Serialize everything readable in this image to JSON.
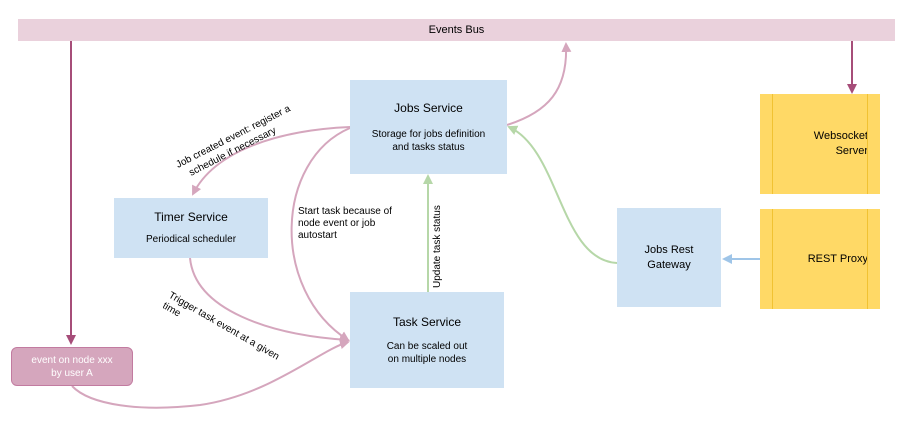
{
  "bus": {
    "label": "Events Bus"
  },
  "jobs_service": {
    "title": "Jobs Service",
    "line1": "Storage for jobs definition",
    "line2": "and tasks status"
  },
  "timer_service": {
    "title": "Timer Service",
    "desc": "Periodical scheduler"
  },
  "task_service": {
    "title": "Task Service",
    "line1": "Can be scaled out",
    "line2": "on multiple nodes"
  },
  "jobs_rest_gateway": {
    "line1": "Jobs Rest",
    "line2": "Gateway"
  },
  "websocket_server": {
    "line1": "Websocket",
    "line2": "Server"
  },
  "rest_proxy": {
    "label": "REST Proxy"
  },
  "user_event": {
    "line1": "event on node xxx",
    "line2": "by user A"
  },
  "labels": {
    "job_created_1": "Job created event: register a",
    "job_created_2": "schedule if necessary",
    "start_task_1": "Start task because of",
    "start_task_2": "node event or job",
    "start_task_3": "autostart",
    "trigger_1": "Trigger task event at a given",
    "trigger_2": "time",
    "update_status": "Update task status"
  },
  "colors": {
    "pink_arrow": "#c27ba0",
    "light_pink_arrow": "#d5a6bd",
    "green_arrow": "#b6d7a8",
    "blue_arrow": "#9fc5e8",
    "service_fill": "#cfe2f3",
    "yellow_fill": "#ffd966",
    "bus_fill": "#ead1dc"
  }
}
